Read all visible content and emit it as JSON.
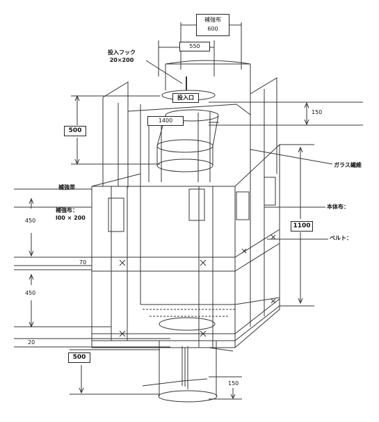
{
  "labels": {
    "reinforce_top": "補強布",
    "dim_600": "600",
    "dim_550": "550",
    "hook_title": "投入フック",
    "hook_size": "20×200",
    "inlet": "投入口",
    "dim_150_top": "150",
    "dim_1400": "1400",
    "dim_500_top": "500",
    "glass_fiber": "ガラス繊維",
    "reinforce_band": "補強帯",
    "body_cloth": "本体布：",
    "reinforce_side_title": "補強布：",
    "reinforce_side_size": "l00 × 200",
    "dim_450_a": "450",
    "dim_1100": "1100",
    "belt": "ベルト：",
    "dim_70": "70",
    "dim_450_b": "450",
    "dim_20": "20",
    "dim_500_bottom": "500",
    "dim_150_bottom": "150"
  }
}
